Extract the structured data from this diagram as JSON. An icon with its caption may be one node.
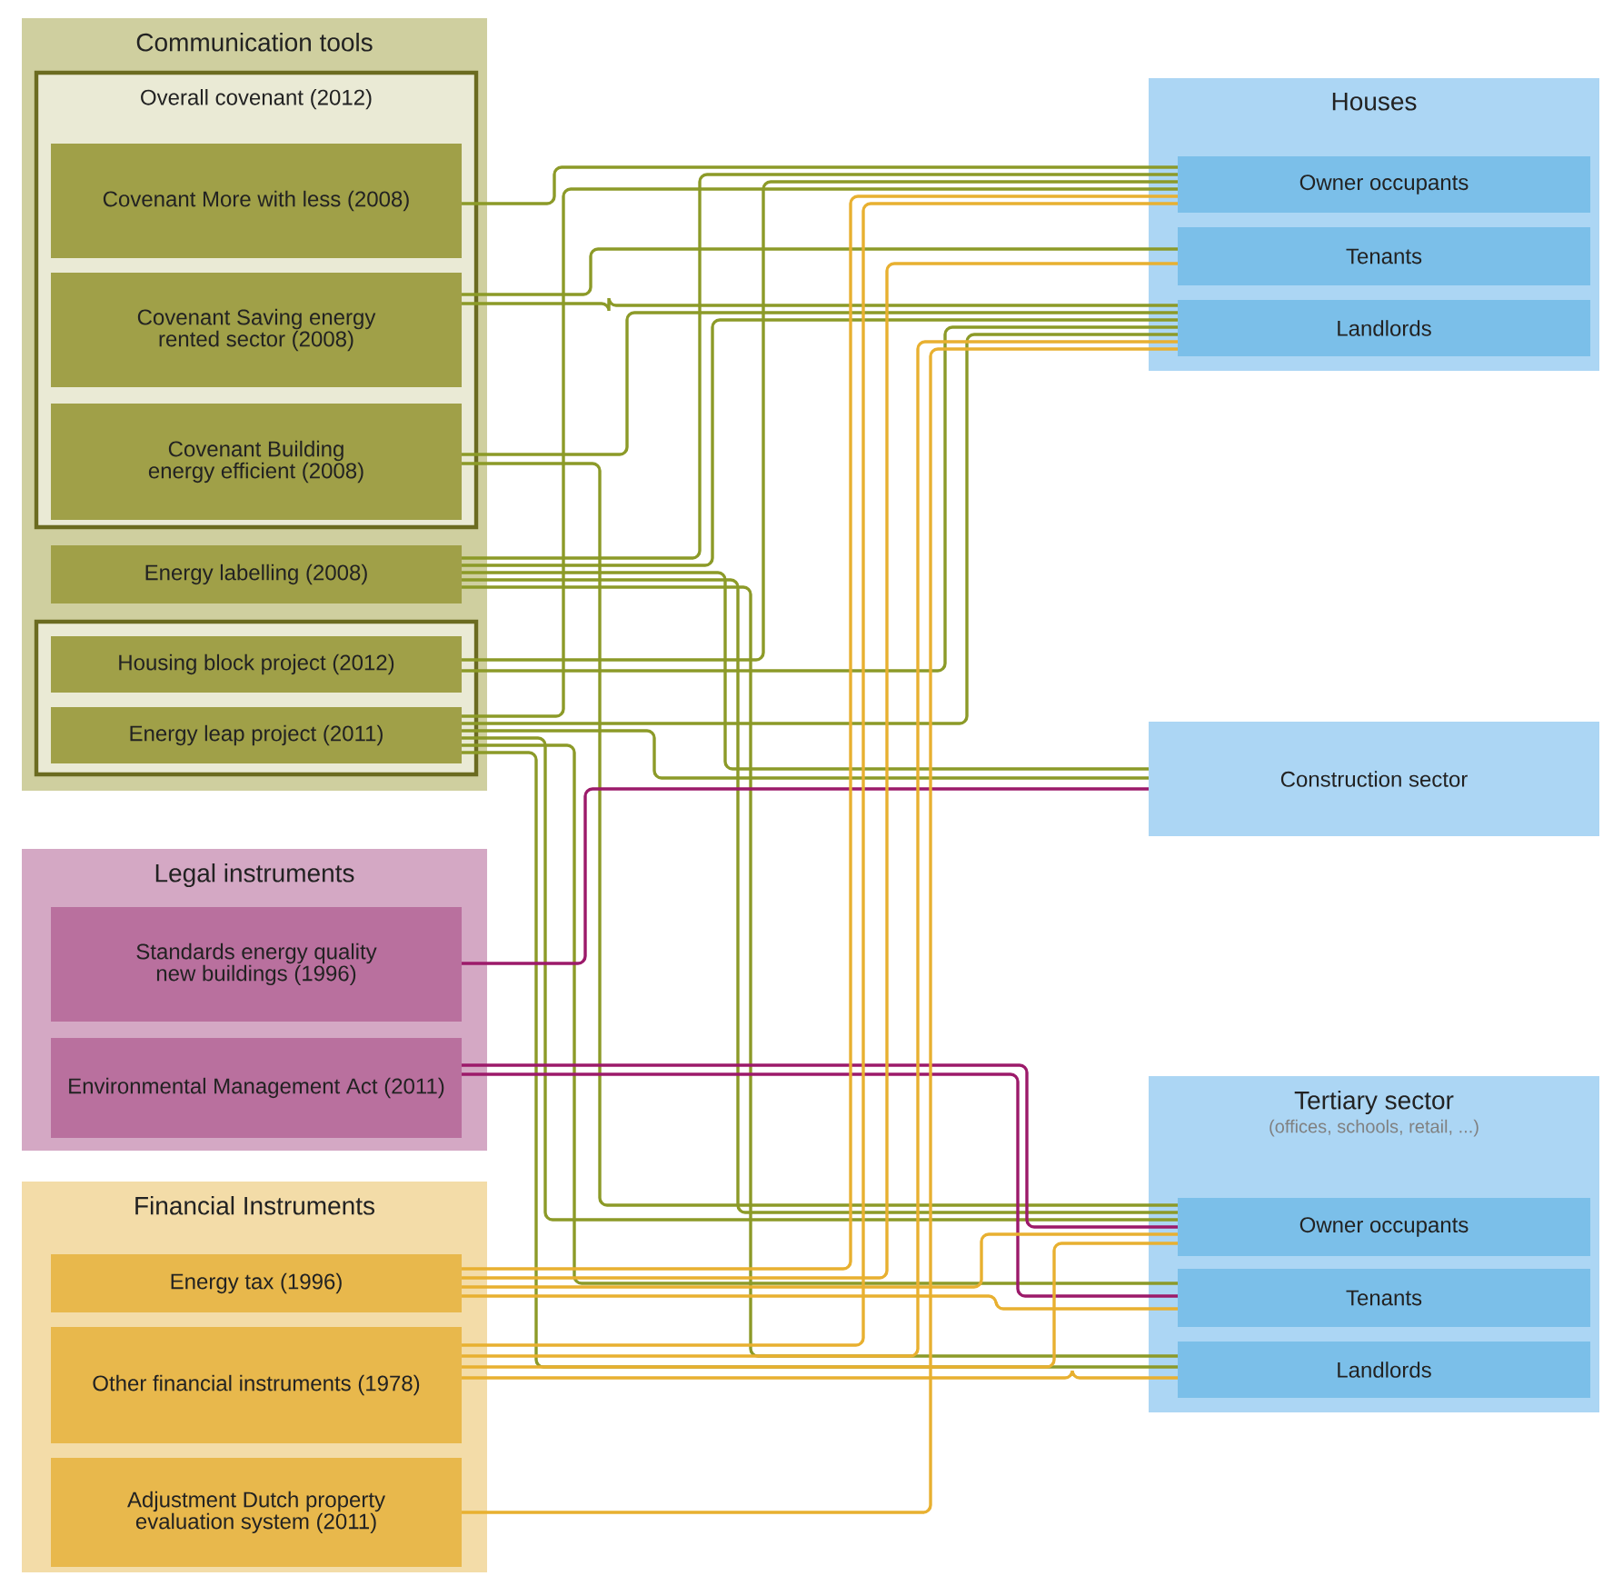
{
  "diagram": {
    "nodes": [
      {
        "text": [
          "Communication tools"
        ]
      },
      {
        "text": [
          "Overall covenant (2012)"
        ],
        "in": 0
      },
      {
        "text": [
          "Covenant More with less (2008)"
        ],
        "in": 1
      },
      {
        "text": [
          "Covenant Saving energy rented sector (2008)"
        ],
        "in": 1
      },
      {
        "text": [
          "Covenant Building energy efficient (2008)"
        ],
        "in": 1
      },
      {
        "text": [
          "Energy labelling (2008)"
        ],
        "in": 0
      },
      {
        "text": [],
        "shape": "box",
        "in": 0
      },
      {
        "text": [
          "Housing block project (2012)"
        ],
        "in": 6
      },
      {
        "text": [
          "Energy leap project (2011)"
        ],
        "in": 6
      },
      {
        "text": [
          "Legal instruments"
        ]
      },
      {
        "text": [
          "Standards energy quality new buildings (1996)"
        ],
        "in": 9
      },
      {
        "text": [
          "Environmental Management Act (2011)"
        ],
        "in": 9
      },
      {
        "text": [
          "Financial Instruments"
        ]
      },
      {
        "text": [
          "Energy tax (1996)"
        ],
        "in": 12
      },
      {
        "text": [
          "Other financial instruments (1978)"
        ],
        "in": 12
      },
      {
        "text": [
          "Adjustment Dutch property evaluation system (2011)"
        ],
        "in": 12
      },
      {
        "text": [
          "Houses"
        ]
      },
      {
        "text": [
          "Owner occupants"
        ],
        "in": 16
      },
      {
        "text": [
          "Tenants"
        ],
        "in": 16
      },
      {
        "text": [
          "Landlords"
        ],
        "in": 16
      },
      {
        "text": [
          "Construction sector"
        ]
      },
      {
        "text": [
          "Tertiary sector",
          "(offices, schools, retail, ...)"
        ]
      },
      {
        "text": [
          "Owner occupants"
        ],
        "in": 21
      },
      {
        "text": [
          "Tenants"
        ],
        "in": 21
      },
      {
        "text": [
          "Landlords"
        ],
        "in": 21
      }
    ],
    "edges": [
      {
        "from": 2,
        "to": 17,
        "arrow": "none"
      },
      {
        "from": 3,
        "to": 18,
        "arrow": "none"
      },
      {
        "from": 3,
        "to": 19,
        "arrow": "none"
      },
      {
        "from": 4,
        "to": 19,
        "arrow": "none"
      },
      {
        "from": 4,
        "to": 22,
        "arrow": "none"
      },
      {
        "from": 5,
        "to": 17,
        "arrow": "none"
      },
      {
        "from": 5,
        "to": 19,
        "arrow": "none"
      },
      {
        "from": 5,
        "to": 20,
        "arrow": "none"
      },
      {
        "from": 5,
        "to": 22,
        "arrow": "none"
      },
      {
        "from": 5,
        "to": 24,
        "arrow": "none"
      },
      {
        "from": 7,
        "to": 17,
        "arrow": "none"
      },
      {
        "from": 7,
        "to": 19,
        "arrow": "none"
      },
      {
        "from": 8,
        "to": 17,
        "arrow": "none"
      },
      {
        "from": 8,
        "to": 19,
        "arrow": "none"
      },
      {
        "from": 8,
        "to": 20,
        "arrow": "none"
      },
      {
        "from": 8,
        "to": 22,
        "arrow": "none"
      },
      {
        "from": 8,
        "to": 23,
        "arrow": "none"
      },
      {
        "from": 8,
        "to": 24,
        "arrow": "none"
      },
      {
        "from": 10,
        "to": 20,
        "arrow": "none",
        "color": "#9c1a6a"
      },
      {
        "from": 11,
        "to": 22,
        "arrow": "none",
        "color": "#9c1a6a"
      },
      {
        "from": 11,
        "to": 23,
        "arrow": "none",
        "color": "#9c1a6a"
      },
      {
        "from": 13,
        "to": 17,
        "arrow": "none",
        "color": "#e8b030"
      },
      {
        "from": 13,
        "to": 18,
        "arrow": "none",
        "color": "#e8b030"
      },
      {
        "from": 13,
        "to": 22,
        "arrow": "none",
        "color": "#e8b030"
      },
      {
        "from": 13,
        "to": 23,
        "arrow": "none",
        "color": "#e8b030"
      },
      {
        "from": 14,
        "to": 17,
        "arrow": "none",
        "color": "#e8b030"
      },
      {
        "from": 14,
        "to": 19,
        "arrow": "none",
        "color": "#e8b030"
      },
      {
        "from": 14,
        "to": 22,
        "arrow": "none",
        "color": "#e8b030"
      },
      {
        "from": 14,
        "to": 24,
        "arrow": "none",
        "color": "#e8b030"
      },
      {
        "from": 15,
        "to": 19,
        "arrow": "none",
        "color": "#e8b030"
      }
    ]
  }
}
